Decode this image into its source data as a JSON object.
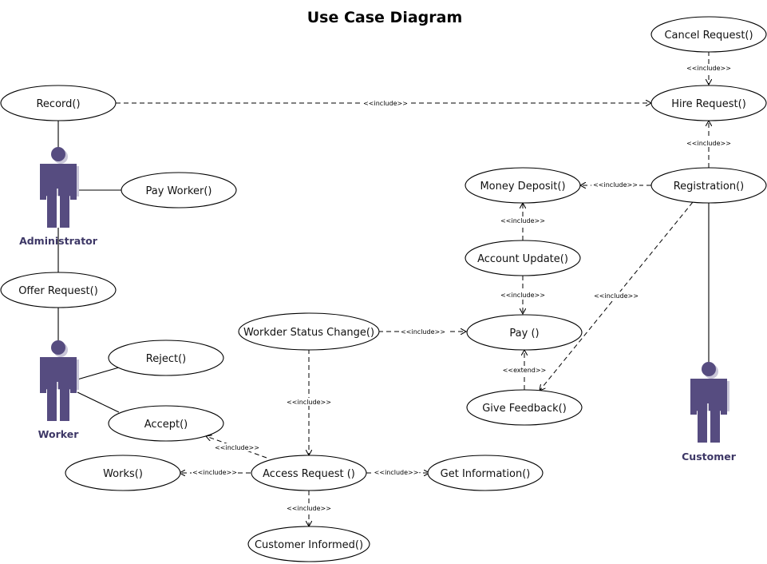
{
  "diagram": {
    "title": "Use Case Diagram",
    "actors": {
      "administrator": "Administrator",
      "worker": "Worker",
      "customer": "Customer"
    },
    "use_cases": {
      "record": "Record()",
      "pay_worker": "Pay Worker()",
      "offer_request": "Offer Request()",
      "reject": "Reject()",
      "accept": "Accept()",
      "works": "Works()",
      "access_request": "Access Request ()",
      "get_information": "Get Information()",
      "customer_informed": "Customer Informed()",
      "worker_status_change": "Workder Status Change()",
      "pay": "Pay ()",
      "give_feedback": "Give Feedback()",
      "account_update": "Account Update()",
      "money_deposit": "Money Deposit()",
      "registration": "Registration()",
      "hire_request": "Hire Request()",
      "cancel_request": "Cancel Request()"
    },
    "relations": {
      "record_hire": "<<include>>",
      "cancel_hire": "<<include>>",
      "registration_hire": "<<include>>",
      "registration_deposit": "<<include>>",
      "account_deposit": "<<include>>",
      "account_pay": "<<include>>",
      "registration_feedback": "<<include>>",
      "status_pay": "<<include>>",
      "feedback_pay": "<<extend>>",
      "status_access": "<<include>>",
      "access_accept": "<<include>>",
      "access_works": "<<include>>",
      "access_getinfo": "<<include>>-",
      "access_informed": "<<include>>"
    }
  }
}
